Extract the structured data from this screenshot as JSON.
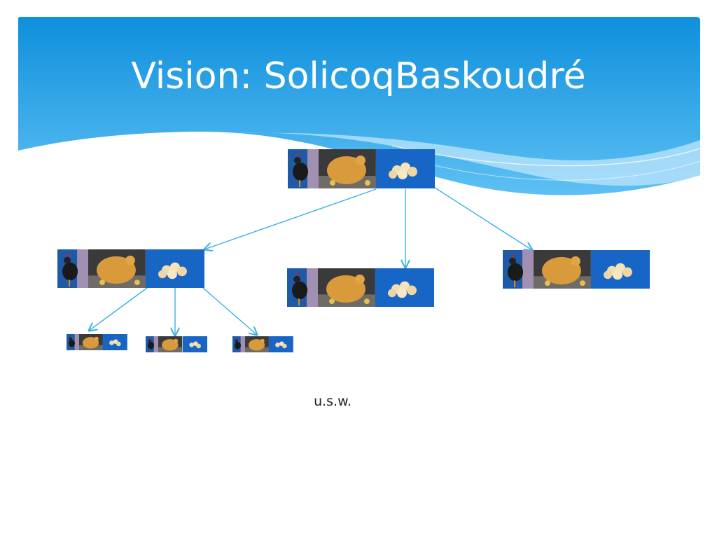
{
  "slide": {
    "title": "Vision: SolicoqBaskoudré",
    "footer_text": "u.s.w."
  },
  "colors": {
    "banner_top": "#0f8fdc",
    "banner_bottom": "#5dc0f3",
    "wave_light": "#bfe6fb",
    "arrow": "#3ab0e2"
  },
  "diagram": {
    "nodes": [
      {
        "id": "root",
        "images": [
          "rooster",
          "hen",
          "chicks"
        ]
      },
      {
        "id": "child-left",
        "images": [
          "rooster",
          "hen",
          "chicks"
        ]
      },
      {
        "id": "child-middle",
        "images": [
          "rooster",
          "hen",
          "chicks"
        ]
      },
      {
        "id": "child-right",
        "images": [
          "rooster",
          "hen",
          "chicks"
        ]
      },
      {
        "id": "grandchild-1",
        "images": [
          "rooster",
          "hen",
          "chicks"
        ]
      },
      {
        "id": "grandchild-2",
        "images": [
          "rooster",
          "hen",
          "chicks"
        ]
      },
      {
        "id": "grandchild-3",
        "images": [
          "rooster",
          "hen",
          "chicks"
        ]
      }
    ],
    "edges": [
      [
        "root",
        "child-left"
      ],
      [
        "root",
        "child-middle"
      ],
      [
        "root",
        "child-right"
      ],
      [
        "child-left",
        "grandchild-1"
      ],
      [
        "child-left",
        "grandchild-2"
      ],
      [
        "child-left",
        "grandchild-3"
      ]
    ]
  }
}
